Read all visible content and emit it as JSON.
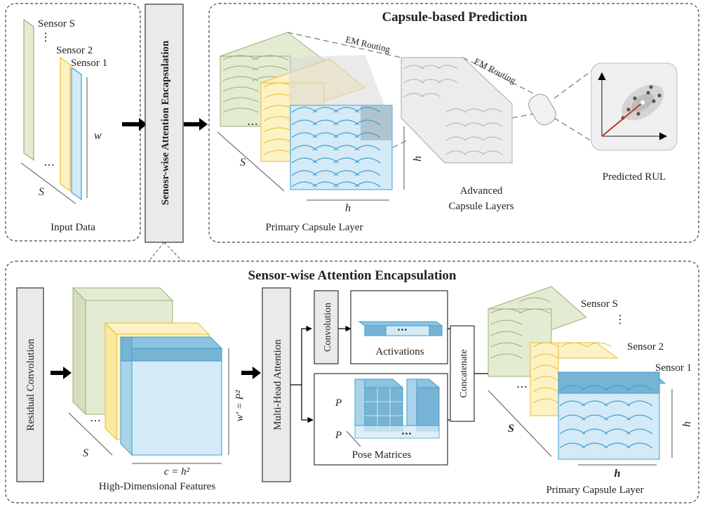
{
  "colors": {
    "green_fill": "#e4ebd3",
    "green_stroke": "#98b071",
    "yellow_fill": "#fdf2c4",
    "yellow_stroke": "#e7be32",
    "blue_fill": "#d4eaf6",
    "blue_stroke": "#3d9fd6",
    "blue_dark": "#77b3d2",
    "gray_fill": "#ececec",
    "gray_stroke": "#a8a8a8",
    "arrow": "#000000",
    "dash": "#555555",
    "red": "#c0392b"
  },
  "input": {
    "sensor_s": "Sensor S",
    "dots_vertical": "⋮",
    "sensor_2": "Sensor 2",
    "sensor_1": "Sensor 1",
    "w": "w",
    "dots": "⋯",
    "s": "S",
    "caption": "Input Data"
  },
  "encap_box_label": "Senosr-wise Attention Encapsulation",
  "prediction": {
    "title": "Capsule-based Prediction",
    "em_routing_1": "EM Routing",
    "em_routing_2": "EM Routing",
    "s": "S",
    "dots": "⋯",
    "h_bottom": "h",
    "h_side": "h",
    "primary_caption": "Primary Capsule Layer",
    "advanced_line1": "Advanced",
    "advanced_line2": "Capsule Layers",
    "predicted_rul": "Predicted RUL"
  },
  "encapsulation": {
    "title": "Sensor-wise Attention Encapsulation",
    "residual_conv": "Residual Convolution",
    "dots": "⋯",
    "s": "S",
    "w_prime": "w' = P²",
    "c_label": "c = h²",
    "features_caption": "High-Dimensional Features",
    "mha": "Multi-Head Attention",
    "convolution": "Convolution",
    "activations": "Activations",
    "act_dots": "⋯",
    "pose_dots": "⋯",
    "p_top": "P",
    "p_bottom": "P",
    "pose_caption": "Pose Matrices",
    "concatenate": "Concatenate",
    "sensor_s": "Sensor S",
    "dots_vertical": "⋮",
    "sensor_2": "Sensor 2",
    "sensor_1": "Sensor 1",
    "s_bottom": "S",
    "s_dots": "⋯",
    "h_bottom": "h",
    "h_side": "h",
    "primary_caption": "Primary Capsule Layer"
  }
}
